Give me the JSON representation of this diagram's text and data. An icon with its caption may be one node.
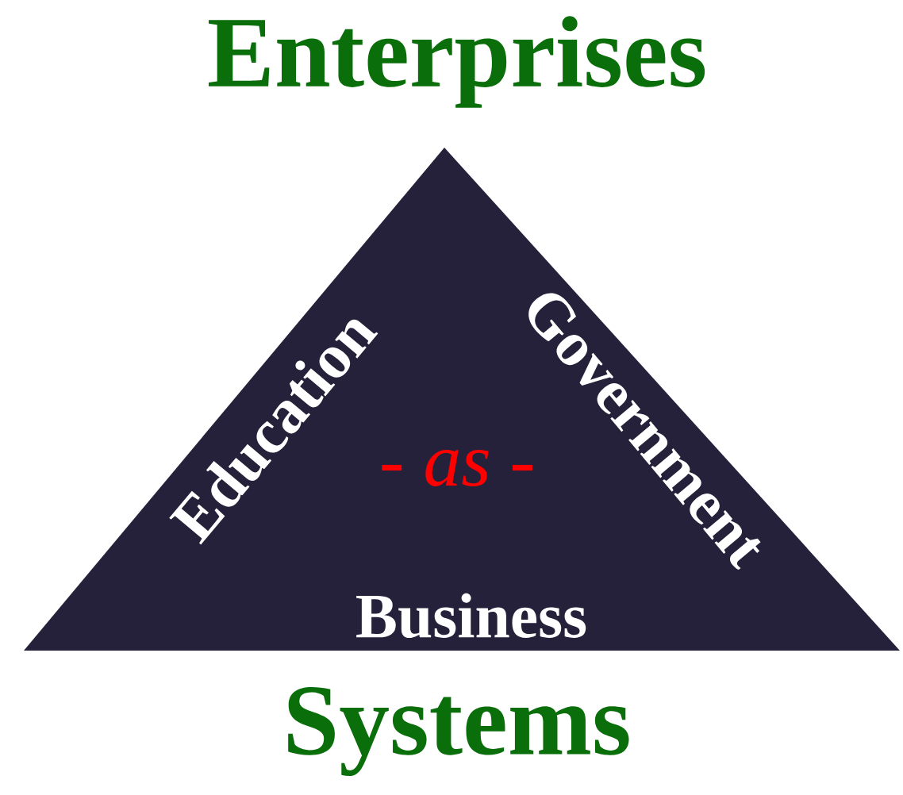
{
  "diagram": {
    "nodes": [
      {
        "text": [
          "Education",
          "Government",
          "- as -",
          "Business"
        ]
      }
    ],
    "labels": [
      "Enterprises",
      "Systems"
    ]
  }
}
